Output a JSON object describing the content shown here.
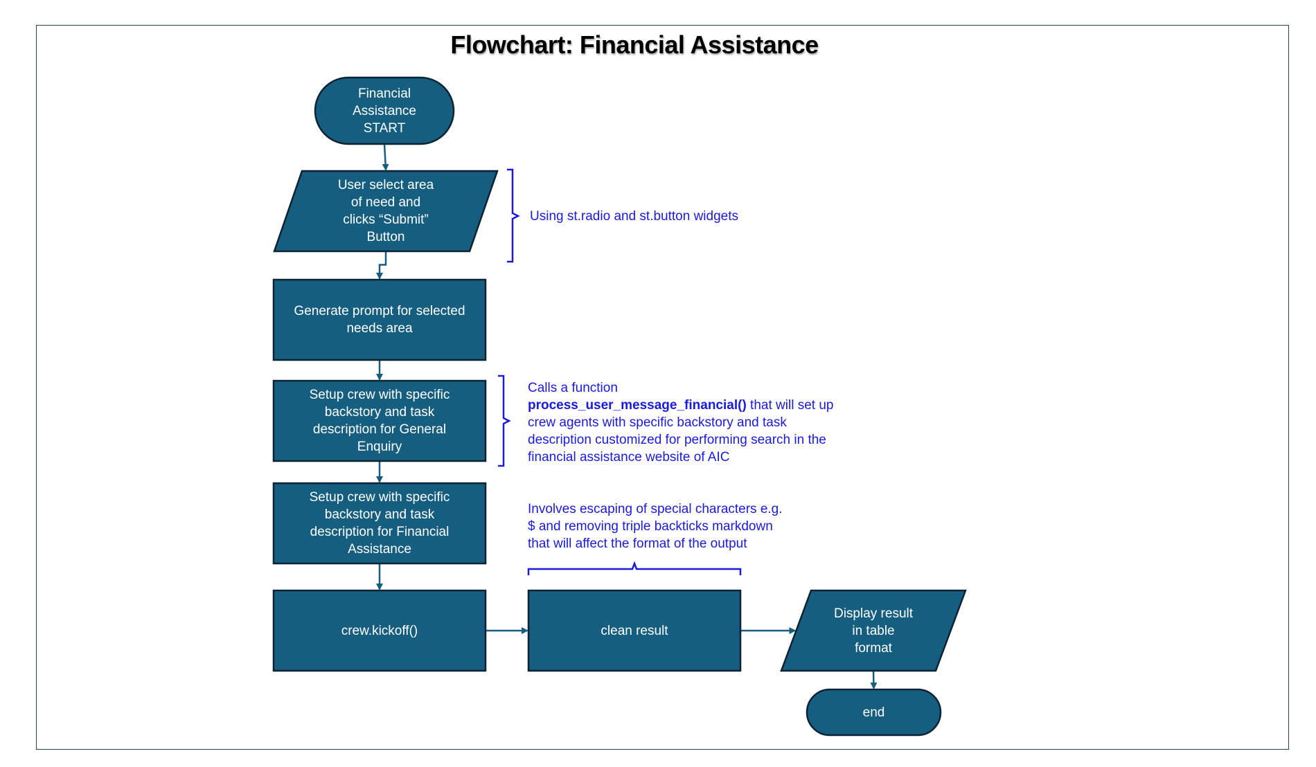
{
  "title": "Flowchart: Financial Assistance",
  "colors": {
    "node_fill": "#155e80",
    "node_stroke": "#0d2233",
    "connector": "#155e80",
    "annotation": "#1a1adb",
    "title": "#000000"
  },
  "nodes": {
    "start": {
      "shape": "terminator",
      "label": "Financial\nAssistance\nSTART"
    },
    "user_select": {
      "shape": "parallelogram",
      "label": "User select area\nof need and\nclicks “Submit”\nButton"
    },
    "generate_prompt": {
      "shape": "process",
      "label": "Generate prompt for selected\nneeds area"
    },
    "setup_general": {
      "shape": "process",
      "label": "Setup crew with specific\nbackstory and task\ndescription for General\nEnquiry"
    },
    "setup_financial": {
      "shape": "process",
      "label": "Setup crew with specific\nbackstory and task\ndescription for Financial\nAssistance"
    },
    "kickoff": {
      "shape": "process",
      "label": "crew.kickoff()"
    },
    "clean_result": {
      "shape": "process",
      "label": "clean result"
    },
    "display_result": {
      "shape": "parallelogram",
      "label": "Display result\nin table\nformat"
    },
    "end": {
      "shape": "terminator",
      "label": "end"
    }
  },
  "edges": [
    {
      "from": "start",
      "to": "user_select"
    },
    {
      "from": "user_select",
      "to": "generate_prompt"
    },
    {
      "from": "generate_prompt",
      "to": "setup_general"
    },
    {
      "from": "setup_general",
      "to": "setup_financial"
    },
    {
      "from": "setup_financial",
      "to": "kickoff"
    },
    {
      "from": "kickoff",
      "to": "clean_result"
    },
    {
      "from": "clean_result",
      "to": "display_result"
    },
    {
      "from": "display_result",
      "to": "end"
    }
  ],
  "annotations": {
    "widgets": {
      "text": "Using st.radio and st.button widgets",
      "target": "user_select"
    },
    "calls": {
      "line1": "Calls a function",
      "function_name": "process_user_message_financial()",
      "after_function": " that will set up",
      "line3": "crew agents with specific backstory and task",
      "line4": "description customized for performing search in the",
      "line5": "financial assistance website of AIC",
      "target": "setup_general"
    },
    "escaping": {
      "line1": "Involves escaping of special characters e.g.",
      "line2": "$ and removing triple backticks markdown",
      "line3": "that will affect the format of the output",
      "target": "clean_result"
    }
  }
}
